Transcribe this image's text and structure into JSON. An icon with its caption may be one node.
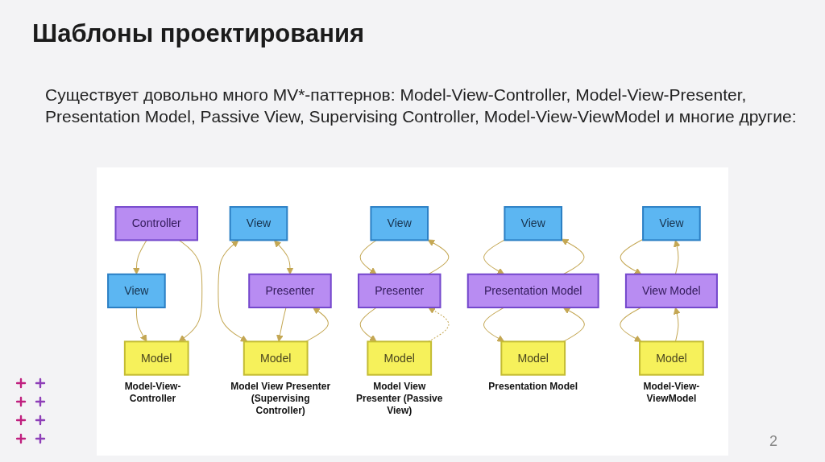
{
  "diagram": {
    "title": "Шаблоны проектирования",
    "nodes": [
      {
        "text": [
          "View"
        ]
      },
      {
        "text": [
          "Model"
        ]
      },
      {
        "text": [
          "Controller"
        ]
      },
      {
        "text": [
          "View"
        ]
      },
      {
        "text": [
          "Presenter"
        ]
      },
      {
        "text": [
          "Model"
        ]
      },
      {
        "text": [
          "View"
        ]
      },
      {
        "text": [
          "Presenter"
        ]
      },
      {
        "text": [
          "Model"
        ]
      },
      {
        "text": [
          "View"
        ]
      },
      {
        "text": [
          "Presentation Model"
        ]
      },
      {
        "text": [
          "Model"
        ]
      },
      {
        "text": [
          "View"
        ]
      },
      {
        "text": [
          "View Model"
        ]
      },
      {
        "text": [
          "Model"
        ]
      }
    ],
    "edges": [
      {
        "from": 0,
        "to": 1,
        "arrow": "to"
      },
      {
        "from": 2,
        "to": 1,
        "arrow": "to"
      },
      {
        "from": 2,
        "to": 0,
        "arrow": "to"
      },
      {
        "from": 3,
        "to": 4,
        "arrow": "both"
      },
      {
        "from": 3,
        "to": 5,
        "arrow": "both"
      },
      {
        "from": 4,
        "to": 5,
        "arrow": "to"
      },
      {
        "from": 5,
        "to": 4,
        "arrow": "to"
      },
      {
        "from": 7,
        "to": 6,
        "arrow": "to"
      },
      {
        "from": 6,
        "to": 7,
        "arrow": "to"
      },
      {
        "from": 7,
        "to": 8,
        "arrow": "to"
      },
      {
        "from": 8,
        "to": 7,
        "arrow": "to",
        "style": "dashed"
      },
      {
        "from": 9,
        "to": 10,
        "arrow": "to"
      },
      {
        "from": 10,
        "to": 9,
        "arrow": "to"
      },
      {
        "from": 11,
        "to": 10,
        "arrow": "to"
      },
      {
        "from": 10,
        "to": 11,
        "arrow": "to"
      },
      {
        "from": 12,
        "to": 13,
        "arrow": "to"
      },
      {
        "from": 13,
        "to": 12,
        "arrow": "to"
      },
      {
        "from": 14,
        "to": 13,
        "arrow": "to"
      },
      {
        "from": 13,
        "to": 14,
        "arrow": "to"
      }
    ],
    "labels": [
      "Существует довольно много MV*-паттернов: Model-View-Controller, Model-View-Presenter, Presentation Model, Passive View, Supervising Controller, Model-View-ViewModel и многие другие:",
      "Model-View-Controller",
      "Model View Presenter (Supervising Controller)",
      "Model View Presenter (Passive View)",
      "Presentation Model",
      "Model-View-ViewModel",
      "2"
    ]
  }
}
